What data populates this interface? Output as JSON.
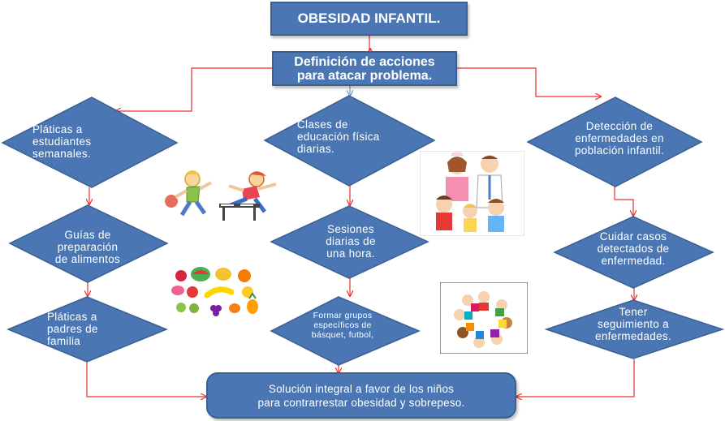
{
  "title": "OBESIDAD INFANTIL.",
  "definition": "Definición de acciones\npara atacar problema.",
  "left": {
    "d1": "Pláticas a\nestudiantes\nsemanales.",
    "d2": "Guías de\npreparación\nde alimentos",
    "d3": "Pláticas a\npadres de\nfamilia"
  },
  "center": {
    "d1": "Clases de\neducación física\ndiarias.",
    "d2": "Sesiones\ndiarias de\nuna hora.",
    "d3": "Formar grupos\nespecíficos de\nbásquet, futbol,"
  },
  "right": {
    "d1": "Detección de\nenfermedades en\npoblación infantil.",
    "d2": "Cuidar casos\ndetectados de\nenfermedad.",
    "d3": "Tener\nseguimiento a\nenfermedades."
  },
  "solution": "Solución integral  a favor de los niños\npara contrarrestar obesidad y sobrepeso.",
  "colors": {
    "shape_fill": "#4a77b4",
    "shape_border": "#3a5f93",
    "connector": "#e8302c"
  },
  "illustrations": [
    "children-exercising-image",
    "fruits-image",
    "doctors-and-children-image",
    "children-circle-image"
  ]
}
